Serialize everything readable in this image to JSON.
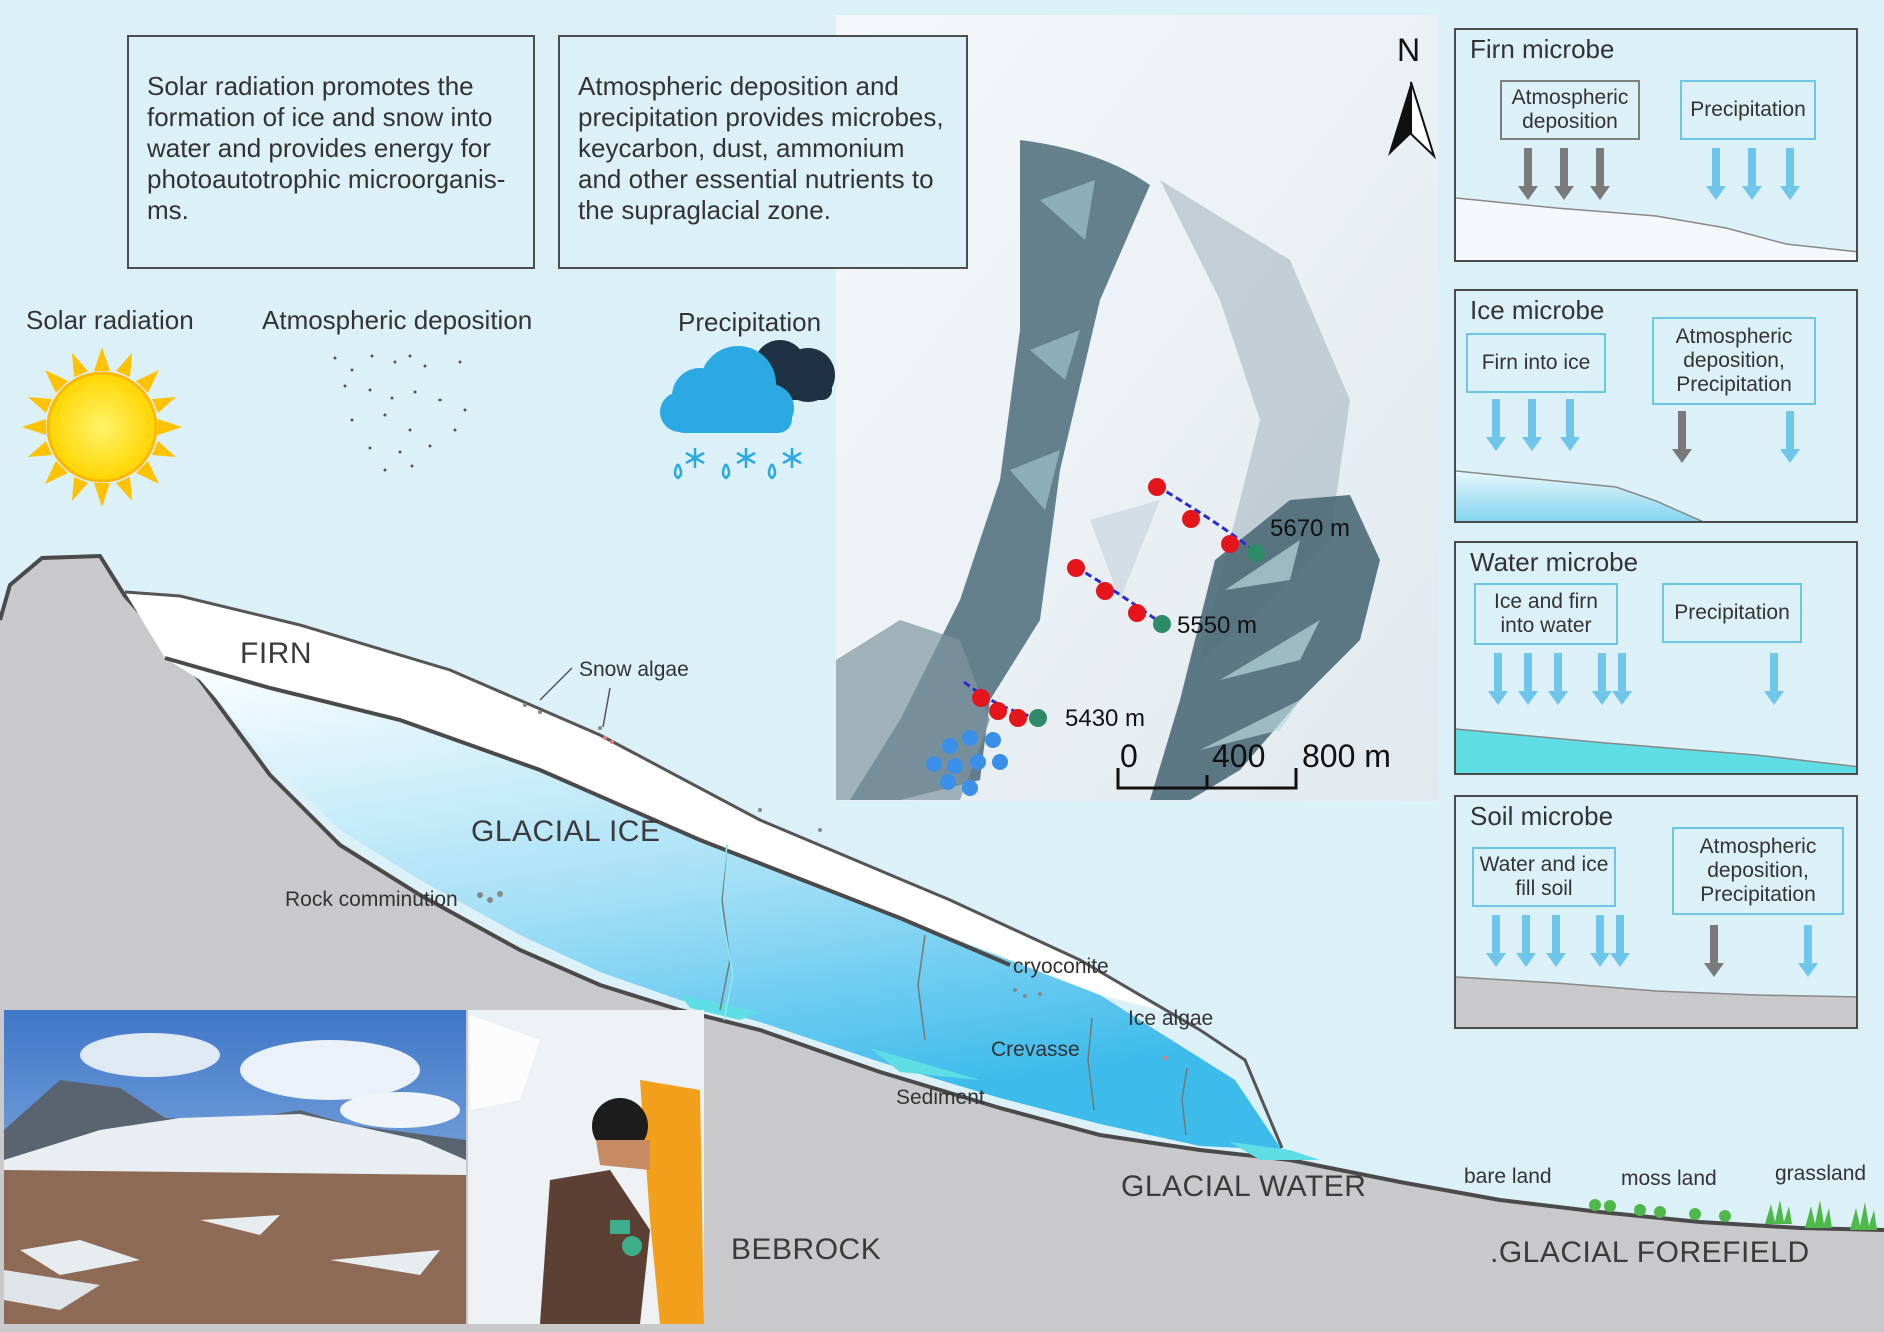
{
  "info_boxes": {
    "solar": [
      "Solar radiation promotes the",
      "formation of ice and snow into",
      "water and provides energy for",
      "photoautotrophic microorganis-",
      "ms."
    ],
    "atmos": [
      "Atmospheric deposition and",
      "precipitation provides microbes,",
      "keycarbon, dust, ammonium",
      "and other essential nutrients  to",
      "the supraglacial zone."
    ]
  },
  "headings": {
    "solar_radiation": "Solar radiation",
    "atmospheric_deposition": "Atmospheric deposition",
    "precipitation": "Precipitation"
  },
  "profile_labels": {
    "firn": "FIRN",
    "glacial_ice": "GLACIAL ICE",
    "snow_algae": "Snow algae",
    "rock_comminution": "Rock comminution",
    "cryoconite": "cryoconite",
    "ice_algae": "Ice algae",
    "crevasse": "Crevasse",
    "sediment": "Sediment",
    "glacial_water": "GLACIAL WATER",
    "bebrock": "BEBROCK",
    "bare_land": "bare land",
    "moss_land": "moss land",
    "grassland": "grassland",
    "glacial_forefield": ".GLACIAL FOREFIELD"
  },
  "map": {
    "north": "N",
    "elevations": [
      "5670 m",
      "5550 m",
      "5430 m"
    ],
    "scale": [
      "0",
      "400",
      "800 m"
    ]
  },
  "panels": {
    "firn": {
      "title": "Firn microbe",
      "box1": [
        "Atmospheric",
        "deposition"
      ],
      "box2": [
        "Precipitation"
      ]
    },
    "ice": {
      "title": "Ice microbe",
      "box1": [
        "Firn into ice"
      ],
      "box2": [
        "Atmospheric",
        "deposition,",
        "Precipitation"
      ]
    },
    "water": {
      "title": "Water microbe",
      "box1": [
        "Ice and firn",
        "into water"
      ],
      "box2": [
        "Precipitation"
      ]
    },
    "soil": {
      "title": "Soil microbe",
      "box1": [
        "Water and ice",
        "fill soil"
      ],
      "box2": [
        "Atmospheric",
        "deposition,",
        "Precipitation"
      ]
    }
  },
  "colors": {
    "background": "#dcf0f8",
    "rock": "#c9c9cb",
    "ice": "#6fd0f2",
    "water": "#5fdde5",
    "arrow_blue": "#6fc5ea",
    "arrow_grey": "#7a7a7a",
    "site_red": "#e4161b",
    "site_green": "#2e8b68",
    "site_blue": "#3a8fe8"
  }
}
